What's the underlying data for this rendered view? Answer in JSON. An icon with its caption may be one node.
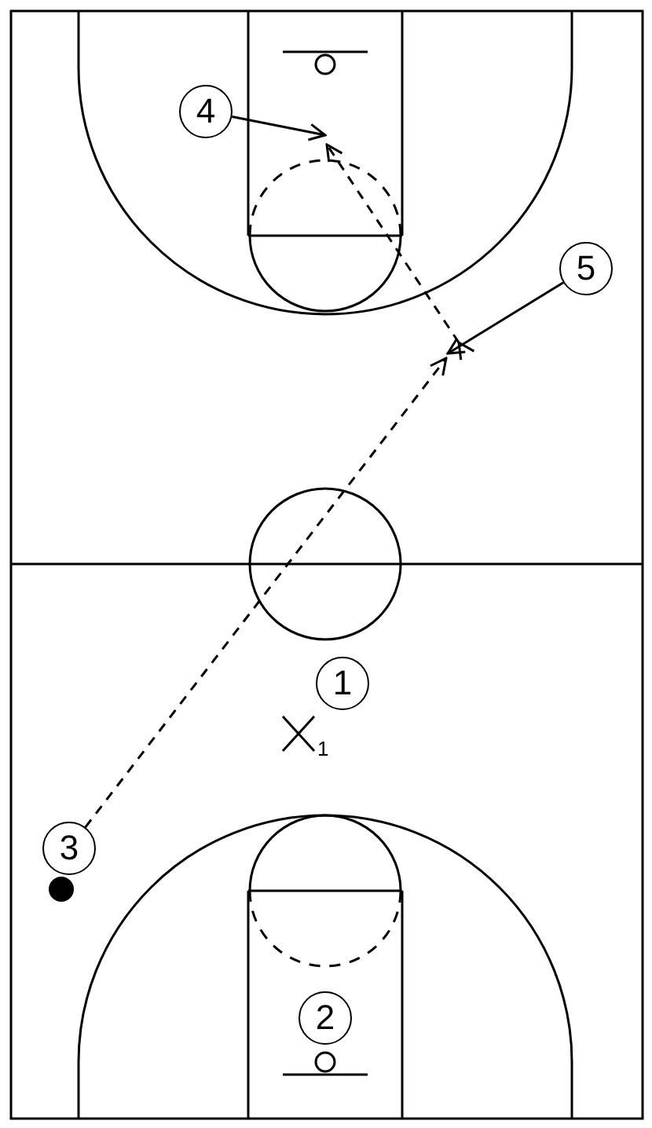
{
  "diagram": {
    "nodes": [
      {
        "text": [
          "4"
        ]
      },
      {
        "text": [
          "5"
        ]
      },
      {
        "text": [
          "1"
        ]
      },
      {
        "text": [
          "3"
        ]
      },
      {
        "text": [],
        "shape": "circle"
      },
      {
        "text": [
          "2"
        ]
      }
    ],
    "edges": [
      {
        "from": 0,
        "to": null,
        "arrow": "to"
      },
      {
        "from": 1,
        "to": null,
        "arrow": "to"
      },
      {
        "from": 3,
        "to": null,
        "arrow": "to",
        "style": "dashed"
      }
    ],
    "labels": [
      "1"
    ]
  }
}
